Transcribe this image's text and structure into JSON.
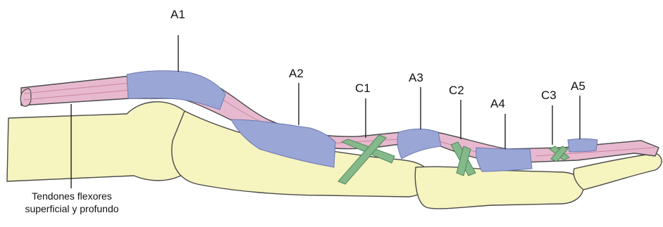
{
  "labels": {
    "a1": "A1",
    "a2": "A2",
    "a3": "A3",
    "a4": "A4",
    "a5": "A5",
    "c1": "C1",
    "c2": "C2",
    "c3": "C3"
  },
  "caption": {
    "line1": "Tendones flexores",
    "line2": "superficial y profundo"
  },
  "colors": {
    "bone": "#f6f4bf",
    "tendon": "#e7b9cf",
    "annular_pulley": "#9aa6d6",
    "cruciform_pulley": "#85b98c",
    "outline": "#4a4a4a"
  }
}
